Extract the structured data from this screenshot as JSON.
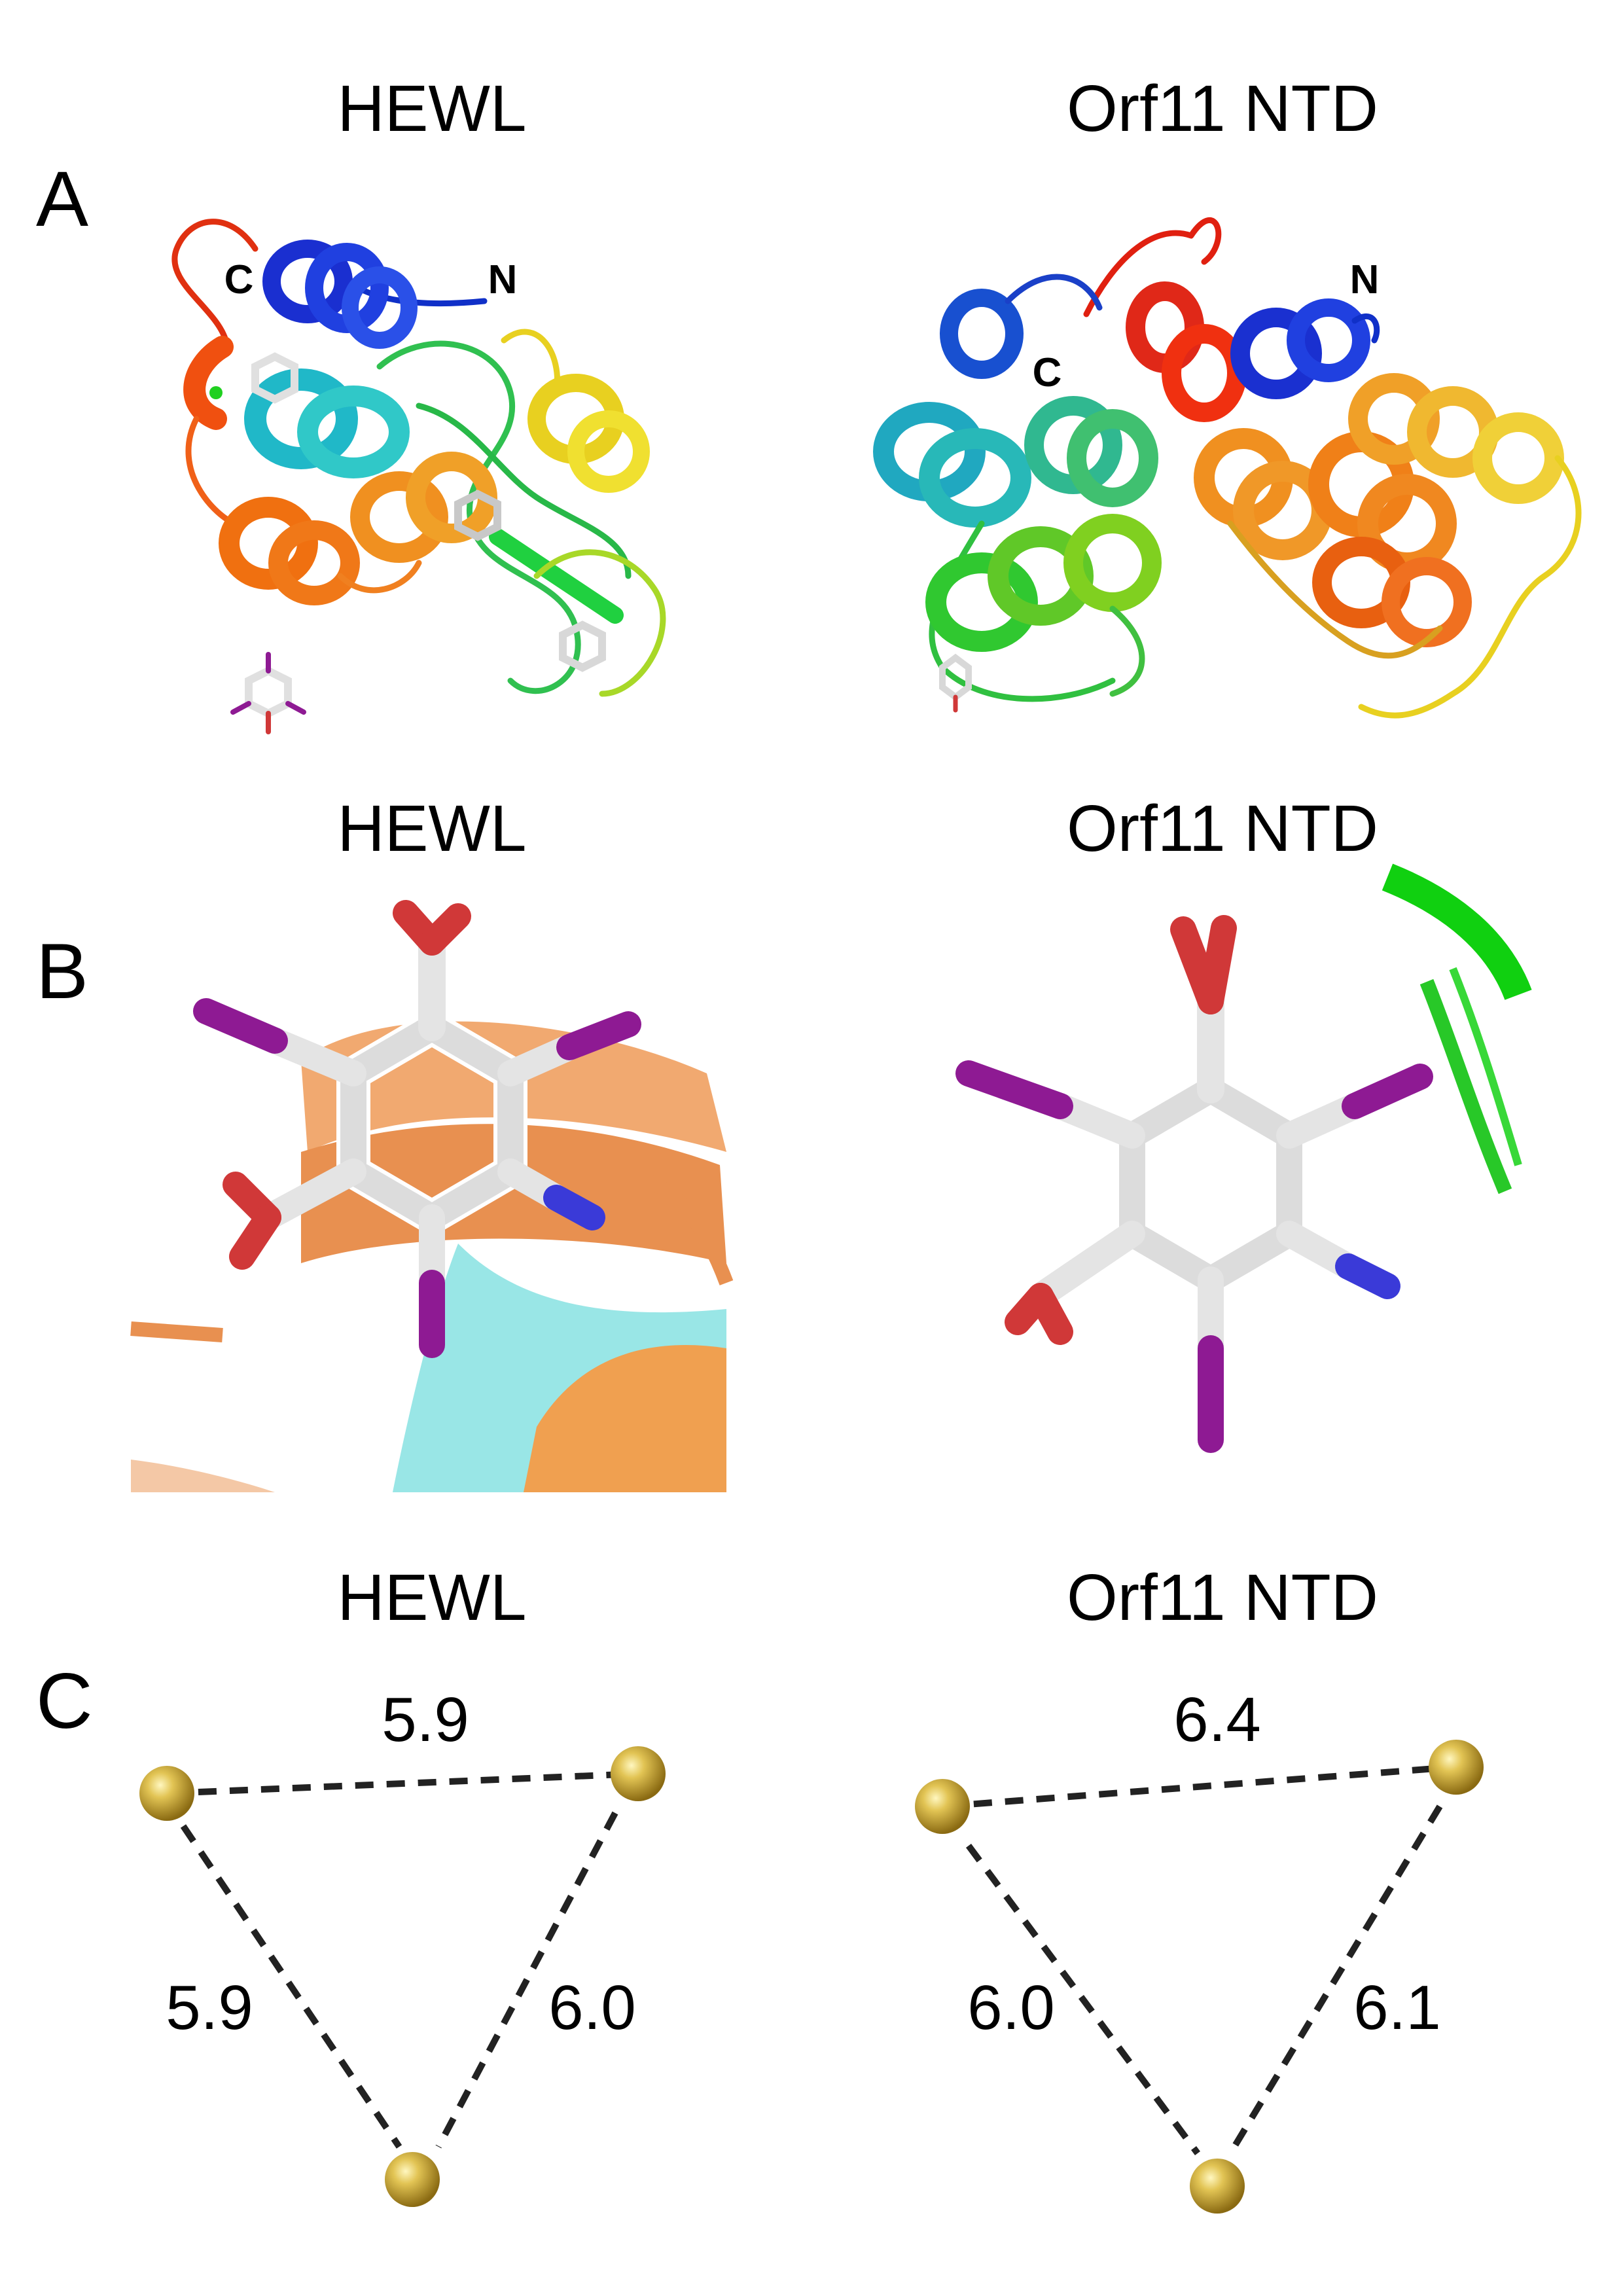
{
  "panels": {
    "A": {
      "label": "A",
      "left_title": "HEWL",
      "right_title": "Orf11 NTD",
      "left_termini": {
        "n": "N",
        "c": "C"
      },
      "right_termini": {
        "n": "N",
        "c": "C"
      }
    },
    "B": {
      "label": "B",
      "left_title": "HEWL",
      "right_title": "Orf11 NTD"
    },
    "C": {
      "label": "C",
      "left_title": "HEWL",
      "right_title": "Orf11 NTD",
      "left_distances": {
        "top": "5.9",
        "left": "5.9",
        "right": "6.0"
      },
      "right_distances": {
        "top": "6.4",
        "left": "6.0",
        "right": "6.1"
      }
    }
  },
  "colors": {
    "iodine": "#8e1a93",
    "carbon": "#d8d8d8",
    "oxygen": "#d03838",
    "nitrogen": "#3a3ad8",
    "atom_gold": "#c8a832",
    "helix_orange": "#f0a060",
    "helix_cyan": "#80e0e0",
    "strand_green": "#20e020"
  },
  "icons": [
    "protein-ribbon",
    "ligand-stick",
    "iodine-sphere"
  ]
}
